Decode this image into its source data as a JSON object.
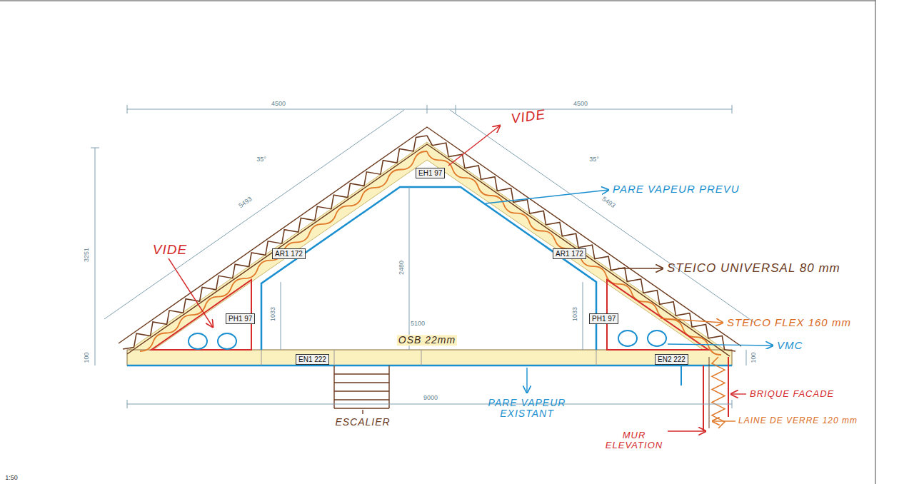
{
  "diagram": {
    "nodes": [
      {
        "text": [
          "EH1 97"
        ]
      },
      {
        "text": [
          "AR1 172"
        ]
      },
      {
        "text": [
          "AR1 172"
        ]
      },
      {
        "text": [
          "PH1 97"
        ]
      },
      {
        "text": [
          "PH1 97"
        ]
      },
      {
        "text": [
          "EN1 222"
        ]
      },
      {
        "text": [
          "EN2 222"
        ]
      }
    ],
    "labels": [
      "4500",
      "4500",
      "VIDE",
      "35°",
      "35°",
      "5493",
      "5493",
      "PARE VAPEUR PREVU",
      "VIDE",
      "3251",
      "2480",
      "STEICO UNIVERSAL 80 mm",
      "1033",
      "1033",
      "5100",
      "STEICO FLEX 160 mm",
      "OSB 22mm",
      "VMC",
      "100",
      "100",
      "BRIQUE FACADE",
      "9000",
      "PARE VAPEUR EXISTANT",
      "ESCALIER",
      "LAINE DE VERRE 120 mm",
      "MUR ELEVATION",
      "1:50"
    ]
  }
}
